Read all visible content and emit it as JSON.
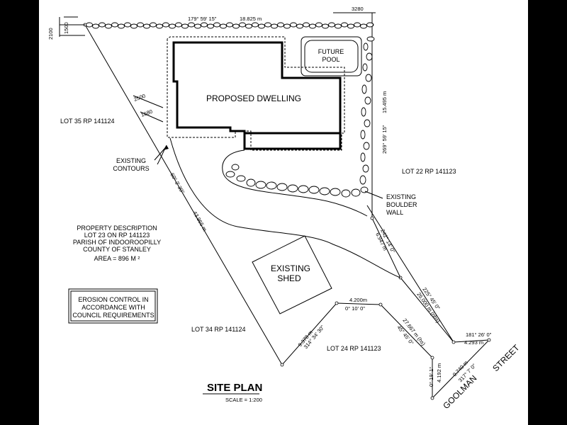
{
  "labels": {
    "future_pool": [
      "FUTURE",
      "POOL"
    ],
    "proposed_dwelling": "PROPOSED DWELLING",
    "existing_contours": [
      "EXISTING",
      "CONTOURS"
    ],
    "existing_shed": [
      "EXISTING",
      "SHED"
    ],
    "existing_boulder_wall": [
      "EXISTING",
      "BOULDER",
      "WALL"
    ],
    "property_description": [
      "PROPERTY DESCRIPTION",
      "LOT 23 ON RP 141123",
      "PARISH OF INDOOROOPILLY",
      "COUNTY OF STANLEY",
      "AREA = 896 M ²"
    ],
    "erosion_control": [
      "EROSION CONTROL IN",
      "ACCORDANCE WITH",
      "COUNCIL REQUIREMENTS"
    ],
    "street": [
      "GOOLMAN",
      "STREET"
    ]
  },
  "lots": {
    "lot35": "LOT 35  RP 141124",
    "lot22": "LOT 22  RP 141123",
    "lot34": "LOT 34  RP 141124",
    "lot24": "LOT 24  RP 141123"
  },
  "dimensions": {
    "top_bearing": "179° 59' 15\"",
    "top_length": "18.825 m",
    "setback_3280": "3280",
    "setback_2100": "2100",
    "setback_1500": "1500",
    "setback_2500": "2500",
    "setback_1680": "1680",
    "right_length": "15.495 m",
    "right_bearing": "269° 59' 15\"",
    "left_bearing": "60° 2' 30\"",
    "left_length": "43.965 m",
    "diag1_bearing": "242° 14' 0\"",
    "diag1_length": "6.947 m",
    "diag2_bearing": "225° 45' 0\"",
    "diag2_length": "26.000 m (nhs)",
    "seg_length": "4.200m",
    "seg_bearing": "0° 10' 0\"",
    "bottom_length": "9.378 m",
    "bottom_bearing": "314° 34' 30\"",
    "lower_length": "27.667 m (hs)",
    "lower_bearing": "45° 45' 0\"",
    "corner_bearing": "181° 26' 0\"",
    "corner_length": "4.293 m",
    "street_length": "9.740 m",
    "street_bearing": "317° 7' 0\"",
    "short_bearing": "0° 19' 1°",
    "short_length": "4.192 m"
  },
  "title": {
    "site_plan": "SITE PLAN",
    "scale": "SCALE = 1:200"
  }
}
